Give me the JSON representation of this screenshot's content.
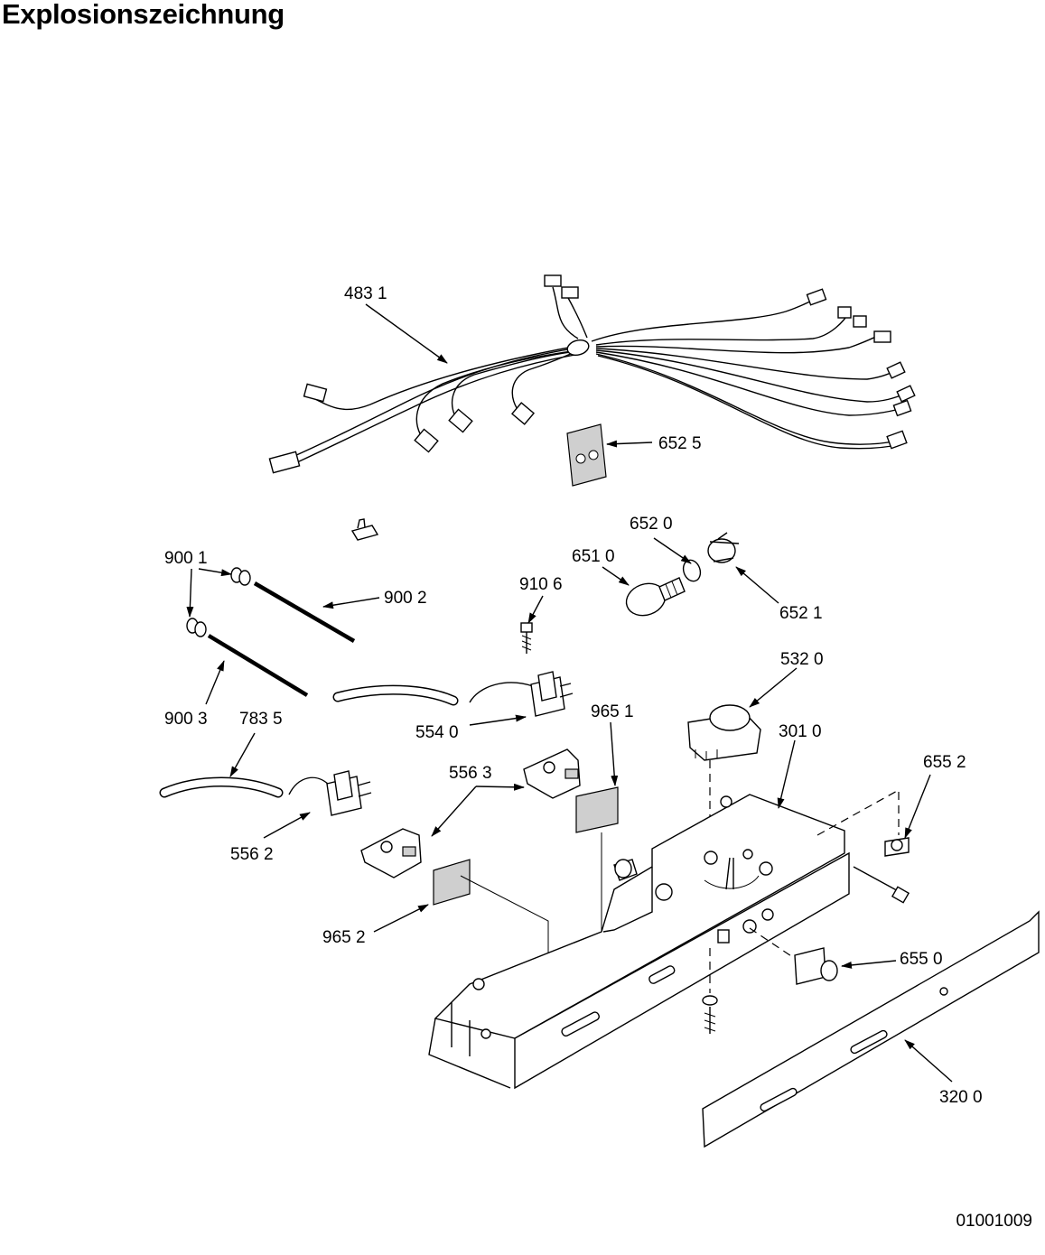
{
  "title": "Explosionszeichnung",
  "document_id": "01001009",
  "callouts": [
    {
      "id": "4831",
      "text": "483 1"
    },
    {
      "id": "6525",
      "text": "652 5"
    },
    {
      "id": "6520",
      "text": "652 0"
    },
    {
      "id": "6510",
      "text": "651 0"
    },
    {
      "id": "6521",
      "text": "652 1"
    },
    {
      "id": "9001",
      "text": "900 1"
    },
    {
      "id": "9002",
      "text": "900 2"
    },
    {
      "id": "9106",
      "text": "910 6"
    },
    {
      "id": "5320",
      "text": "532 0"
    },
    {
      "id": "9003",
      "text": "900 3"
    },
    {
      "id": "7835",
      "text": "783 5"
    },
    {
      "id": "9651",
      "text": "965 1"
    },
    {
      "id": "5540",
      "text": "554 0"
    },
    {
      "id": "3010",
      "text": "301 0"
    },
    {
      "id": "5563",
      "text": "556 3"
    },
    {
      "id": "6552",
      "text": "655 2"
    },
    {
      "id": "5562",
      "text": "556 2"
    },
    {
      "id": "9652",
      "text": "965 2"
    },
    {
      "id": "6550",
      "text": "655 0"
    },
    {
      "id": "3200",
      "text": "320 0"
    }
  ]
}
